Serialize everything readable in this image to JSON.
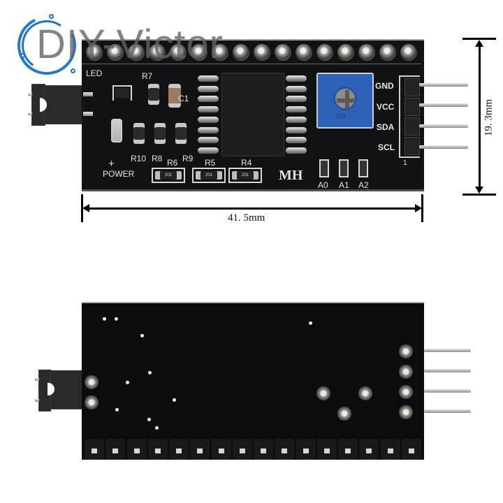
{
  "watermark": {
    "text": "DIY-Victor",
    "ring_color": "#1874c4"
  },
  "top_view": {
    "silkscreen": {
      "led": "LED",
      "r7": "R7",
      "c1": "C1",
      "r10": "R10",
      "r8": "R8",
      "r9": "R9",
      "r6": "R6",
      "r5": "R5",
      "r4": "R4",
      "power_plus": "+",
      "power": "POWER",
      "maker": "MH",
      "gnd": "GND",
      "vcc": "VCC",
      "sda": "SDA",
      "scl": "SCL",
      "a0": "A0",
      "a1": "A1",
      "a2": "A2",
      "resistor_code": "201",
      "pin_marker": "1"
    },
    "header_pin_count": 16,
    "pot_label": "203"
  },
  "dimensions": {
    "width": "41. 5mm",
    "height": "19. 3mm"
  },
  "bottom_view": {
    "header_pad_count": 16,
    "side_pin_count": 4
  }
}
